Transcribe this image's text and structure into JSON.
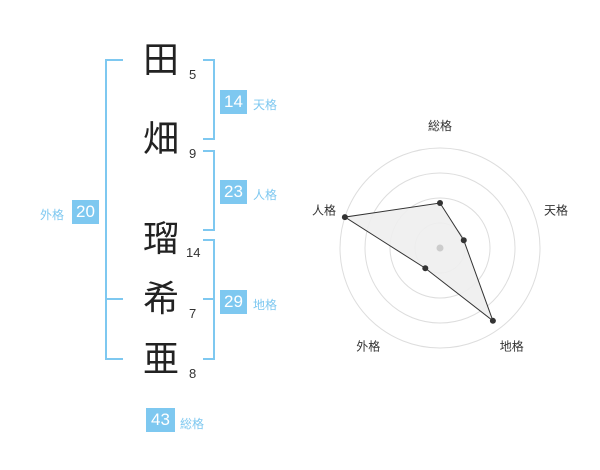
{
  "characters": [
    {
      "char": "田",
      "strokes": "5"
    },
    {
      "char": "畑",
      "strokes": "9"
    },
    {
      "char": "瑠",
      "strokes": "14"
    },
    {
      "char": "希",
      "strokes": "7"
    },
    {
      "char": "亜",
      "strokes": "8"
    }
  ],
  "fortunes": {
    "tenkaku": {
      "value": "14",
      "label": "天格"
    },
    "jinkaku": {
      "value": "23",
      "label": "人格"
    },
    "chikaku": {
      "value": "29",
      "label": "地格"
    },
    "gaikaku": {
      "value": "20",
      "label": "外格"
    },
    "soukaku": {
      "value": "43",
      "label": "総格"
    }
  },
  "colors": {
    "accent": "#7ec8f0",
    "ring": "#dddddd",
    "polygon_fill": "#eeeeee",
    "point": "#333333"
  },
  "chart_data": {
    "type": "radar",
    "axes": [
      "総格",
      "天格",
      "地格",
      "外格",
      "人格"
    ],
    "levels": 4,
    "max": 4,
    "values": [
      1.8,
      1.0,
      3.6,
      1.0,
      4.0
    ]
  }
}
